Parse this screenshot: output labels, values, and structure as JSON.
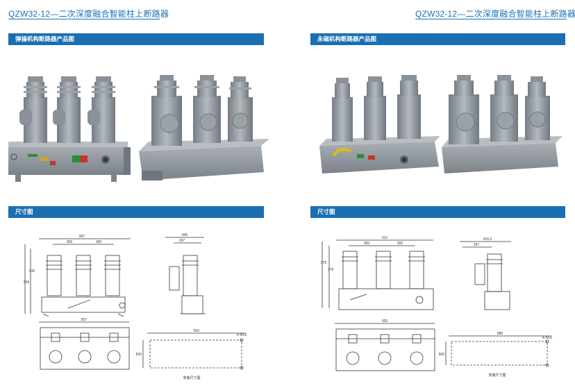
{
  "header": {
    "left_title": "QZW32-12—二次深度融合智能柱上断路器",
    "right_title": "QZW32-12—二次深度融合智能柱上断路器"
  },
  "left": {
    "product_section": "弹操机构断路器产品图",
    "dimension_section": "尺寸图",
    "front_dims": {
      "total": "907",
      "pitch1": "300",
      "pitch2": "300",
      "height1": "530",
      "height2": "650"
    },
    "side_dims": {
      "top": "445",
      "sub": "267"
    },
    "bottom_dim": "827",
    "mount_dim": "810",
    "mount_hole": "4-Φ16",
    "mount_height": "500",
    "mount_caption": "安装尺寸图"
  },
  "right": {
    "product_section": "永磁机构断路器产品图",
    "dimension_section": "尺寸图",
    "front_dims": {
      "total": "912",
      "pitch1": "300",
      "pitch2": "300",
      "height1": "370",
      "height2": "575"
    },
    "side_dims": {
      "top": "415.5",
      "sub": "267"
    },
    "bottom_dim": "920",
    "mount_dim": "880",
    "mount_hole": "4-Φ16",
    "mount_height": "500",
    "mount_caption": "安装尺寸图"
  },
  "colors": {
    "accent": "#1a6fb3",
    "breaker": "#8f969d",
    "line": "#333333"
  }
}
